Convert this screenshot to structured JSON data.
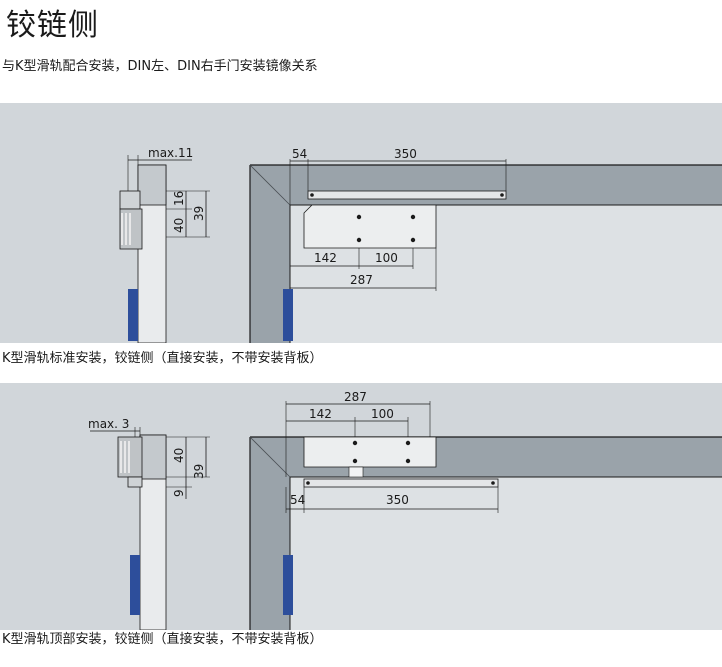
{
  "header": {
    "title": "铰链侧",
    "subtitle": "与K型滑轨配合安装，DIN左、DIN右手门安装镜像关系"
  },
  "diagram1": {
    "caption": "K型滑轨标准安装，铰链侧（直接安装，不带安装背板）",
    "dims": {
      "max": "max.11",
      "d16": "16",
      "d39": "39",
      "d40": "40",
      "d54": "54",
      "d350": "350",
      "d142": "142",
      "d100": "100",
      "d287": "287"
    }
  },
  "diagram2": {
    "caption": "K型滑轨顶部安装，铰链侧（直接安装，不带安装背板）",
    "dims": {
      "max": "max. 3",
      "d40": "40",
      "d39": "39",
      "d9": "9",
      "d287": "287",
      "d142": "142",
      "d100": "100",
      "d54": "54",
      "d350": "350"
    }
  },
  "colors": {
    "panel_bg": "#d1d6da",
    "frame": "#9aa3aa",
    "frame_edge": "#1a1a1a",
    "hinge": "#2d4e9b",
    "closer": "#eceeef",
    "rail": "#e4e6e8"
  }
}
